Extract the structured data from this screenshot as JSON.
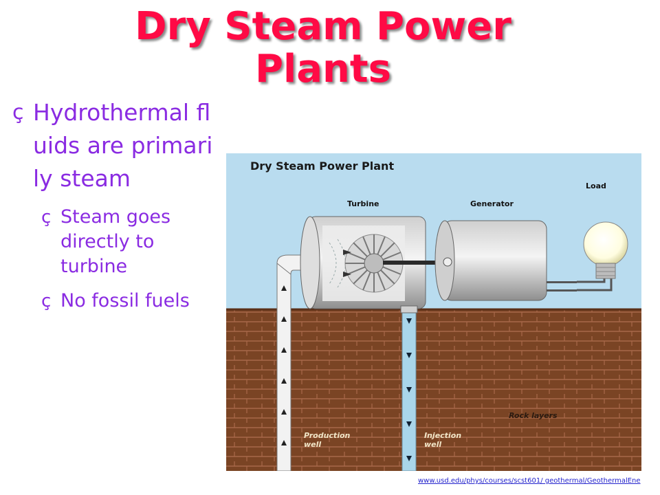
{
  "slide": {
    "title": "Dry Steam Power Plants",
    "bullets": [
      {
        "mark": "ç",
        "text": "Hydrothermal fluids are primarily steam"
      }
    ],
    "sub_bullets": [
      {
        "mark": "ç",
        "text": "Steam goes directly to turbine"
      },
      {
        "mark": "ç",
        "text": "No fossil fuels"
      }
    ]
  },
  "diagram": {
    "title": "Dry Steam Power Plant",
    "labels": {
      "turbine": "Turbine",
      "generator": "Generator",
      "load": "Load",
      "rock_layers": "Rock layers",
      "production_well": "Production well",
      "injection_well": "Injection well"
    },
    "colors": {
      "sky": "#b9dcef",
      "soil": "#7a4424",
      "steam": "#f2f2f2",
      "water": "#a9d6ea"
    }
  },
  "source_link": "www.usd.edu/phys/courses/scst601/ geothermal/GeothermalEne"
}
